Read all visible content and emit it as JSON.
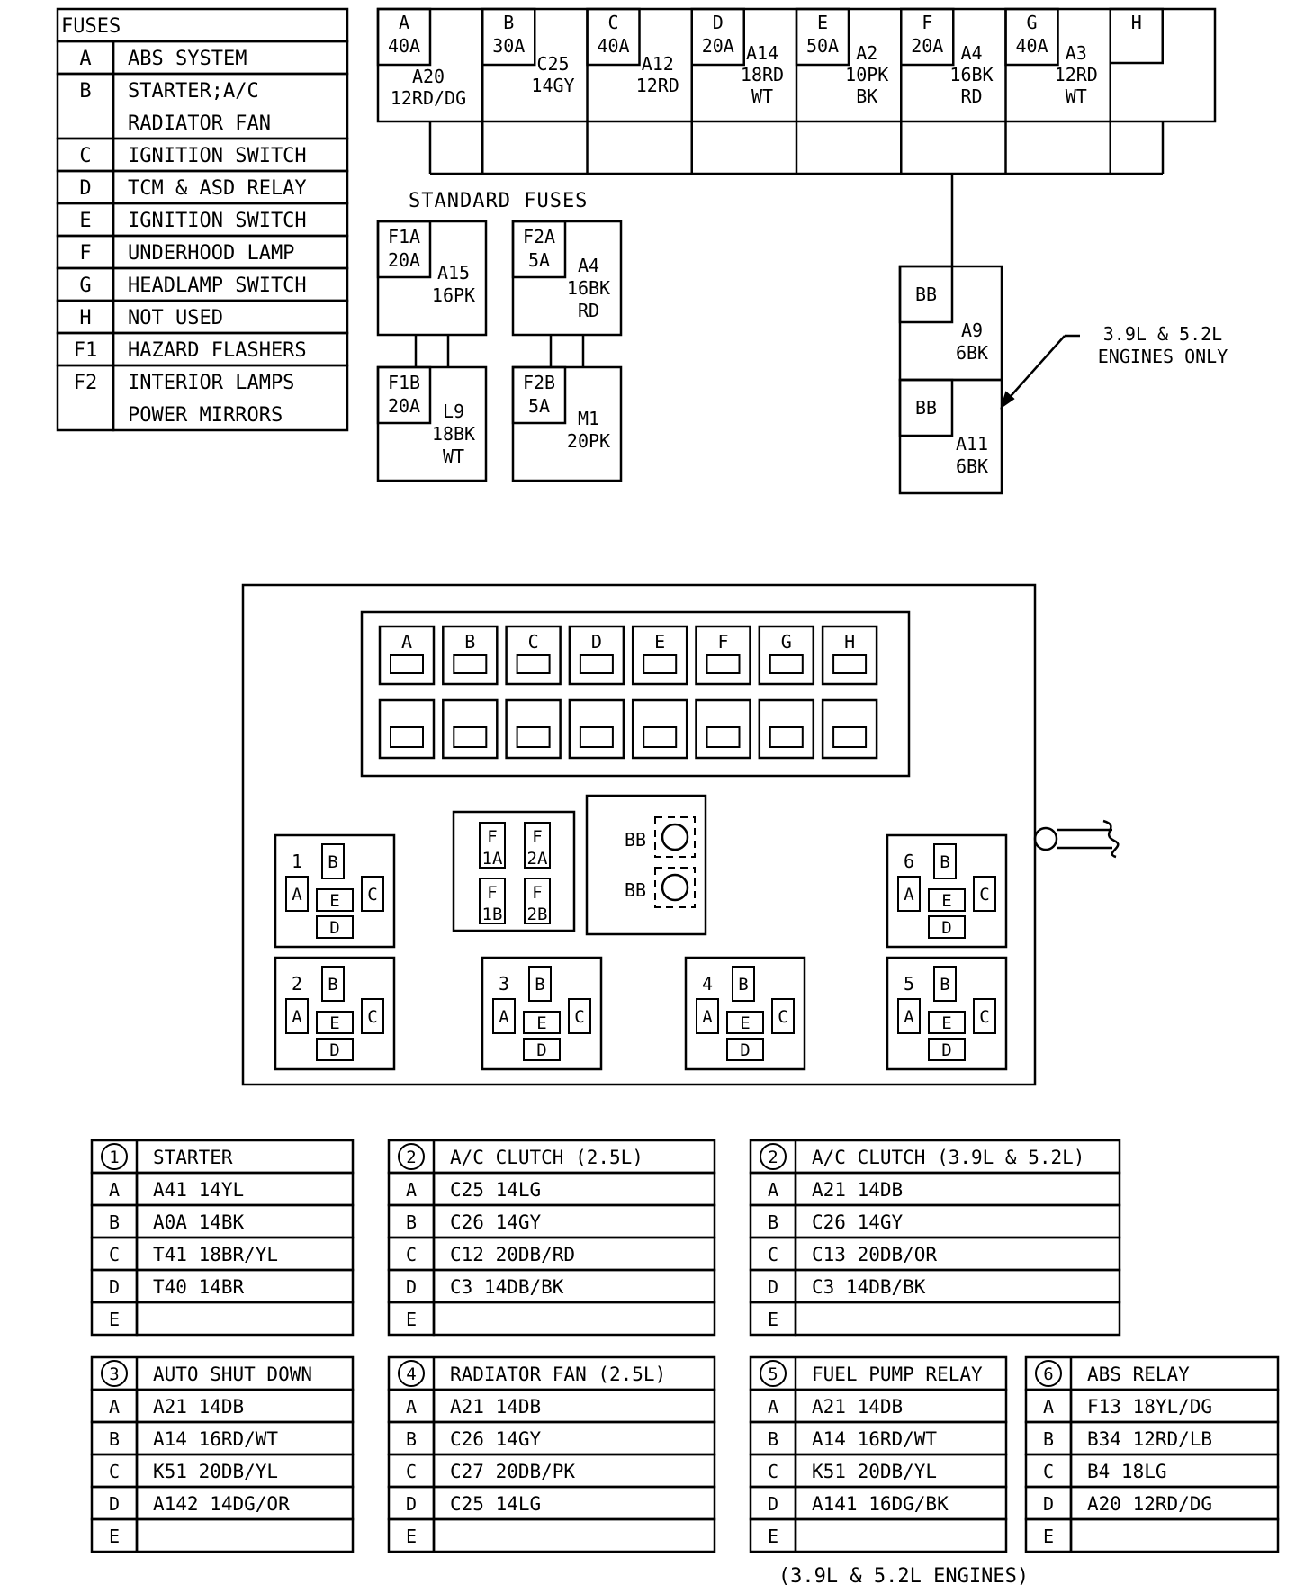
{
  "fuse_legend": {
    "title": "FUSES",
    "rows": [
      {
        "id": "A",
        "lines": [
          "ABS SYSTEM"
        ]
      },
      {
        "id": "B",
        "lines": [
          "STARTER;A/C",
          "RADIATOR FAN"
        ]
      },
      {
        "id": "C",
        "lines": [
          "IGNITION SWITCH"
        ]
      },
      {
        "id": "D",
        "lines": [
          "TCM  & ASD RELAY"
        ]
      },
      {
        "id": "E",
        "lines": [
          "IGNITION SWITCH"
        ]
      },
      {
        "id": "F",
        "lines": [
          "UNDERHOOD LAMP"
        ]
      },
      {
        "id": "G",
        "lines": [
          "HEADLAMP SWITCH"
        ]
      },
      {
        "id": "H",
        "lines": [
          "NOT USED"
        ]
      },
      {
        "id": "F1",
        "lines": [
          "HAZARD FLASHERS"
        ]
      },
      {
        "id": "F2",
        "lines": [
          "INTERIOR LAMPS",
          "POWER MIRRORS"
        ]
      }
    ]
  },
  "maxi_fuses": [
    {
      "id": "A",
      "rating": "40A",
      "circuit": [
        "A20",
        "12RD/DG"
      ]
    },
    {
      "id": "B",
      "rating": "30A",
      "circuit": [
        "C25",
        "14GY"
      ]
    },
    {
      "id": "C",
      "rating": "40A",
      "circuit": [
        "A12",
        "12RD"
      ]
    },
    {
      "id": "D",
      "rating": "20A",
      "circuit": [
        "A14",
        "18RD",
        "WT"
      ]
    },
    {
      "id": "E",
      "rating": "50A",
      "circuit": [
        "A2",
        "10PK",
        "BK"
      ]
    },
    {
      "id": "F",
      "rating": "20A",
      "circuit": [
        "A4",
        "16BK",
        "RD"
      ]
    },
    {
      "id": "G",
      "rating": "40A",
      "circuit": [
        "A3",
        "12RD",
        "WT"
      ]
    },
    {
      "id": "H",
      "rating": "",
      "circuit": []
    }
  ],
  "standard_fuses": {
    "label": "STANDARD FUSES",
    "items": [
      {
        "id": "F1A",
        "rating": "20A",
        "circuit": [
          "A15",
          "16PK"
        ]
      },
      {
        "id": "F2A",
        "rating": "5A",
        "circuit": [
          "A4",
          "16BK",
          "RD"
        ]
      },
      {
        "id": "F1B",
        "rating": "20A",
        "circuit": [
          "L9",
          "18BK",
          "WT"
        ]
      },
      {
        "id": "F2B",
        "rating": "5A",
        "circuit": [
          "M1",
          "20PK"
        ]
      }
    ]
  },
  "breakers": {
    "items": [
      {
        "id": "BB",
        "circuit": [
          "A9",
          "6BK"
        ]
      },
      {
        "id": "BB",
        "circuit": [
          "A11",
          "6BK"
        ]
      }
    ],
    "note": [
      "3.9L & 5.2L",
      "ENGINES ONLY"
    ]
  },
  "pdc": {
    "fuse_labels": [
      "A",
      "B",
      "C",
      "D",
      "E",
      "F",
      "G",
      "H"
    ],
    "std_fuse_labels": [
      [
        "F",
        "1A"
      ],
      [
        "F",
        "2A"
      ],
      [
        "F",
        "1B"
      ],
      [
        "F",
        "2B"
      ]
    ],
    "bb_label": "BB",
    "relay_pin_labels": [
      "A",
      "B",
      "C",
      "D",
      "E"
    ],
    "relays": [
      "1",
      "2",
      "3",
      "4",
      "5",
      "6"
    ]
  },
  "relay_tables": [
    {
      "num": "1",
      "title": "STARTER",
      "pins": [
        "A",
        "B",
        "C",
        "D",
        "E"
      ],
      "values": [
        "A41 14YL",
        "A0A 14BK",
        "T41 18BR/YL",
        "T40 14BR",
        ""
      ]
    },
    {
      "num": "2",
      "title": "A/C CLUTCH (2.5L)",
      "pins": [
        "A",
        "B",
        "C",
        "D",
        "E"
      ],
      "values": [
        "C25 14LG",
        "C26 14GY",
        "C12 20DB/RD",
        "C3 14DB/BK",
        ""
      ]
    },
    {
      "num": "2",
      "title": "A/C CLUTCH (3.9L & 5.2L)",
      "pins": [
        "A",
        "B",
        "C",
        "D",
        "E"
      ],
      "values": [
        "A21 14DB",
        "C26 14GY",
        "C13 20DB/OR",
        "C3 14DB/BK",
        ""
      ]
    },
    {
      "num": "3",
      "title": "AUTO SHUT DOWN",
      "pins": [
        "A",
        "B",
        "C",
        "D",
        "E"
      ],
      "values": [
        "A21 14DB",
        "A14 16RD/WT",
        "K51 20DB/YL",
        "A142 14DG/OR",
        ""
      ]
    },
    {
      "num": "4",
      "title": "RADIATOR FAN (2.5L)",
      "pins": [
        "A",
        "B",
        "C",
        "D",
        "E"
      ],
      "values": [
        "A21 14DB",
        "C26 14GY",
        "C27 20DB/PK",
        "C25 14LG",
        ""
      ]
    },
    {
      "num": "5",
      "title": "FUEL PUMP RELAY",
      "pins": [
        "A",
        "B",
        "C",
        "D",
        "E"
      ],
      "values": [
        "A21 14DB",
        "A14 16RD/WT",
        "K51 20DB/YL",
        "A141 16DG/BK",
        ""
      ]
    },
    {
      "num": "6",
      "title": "ABS RELAY",
      "pins": [
        "A",
        "B",
        "C",
        "D",
        "E"
      ],
      "values": [
        "F13 18YL/DG",
        "B34 12RD/LB",
        "B4 18LG",
        "A20 12RD/DG",
        ""
      ]
    }
  ],
  "footnote": "(3.9L & 5.2L ENGINES)"
}
